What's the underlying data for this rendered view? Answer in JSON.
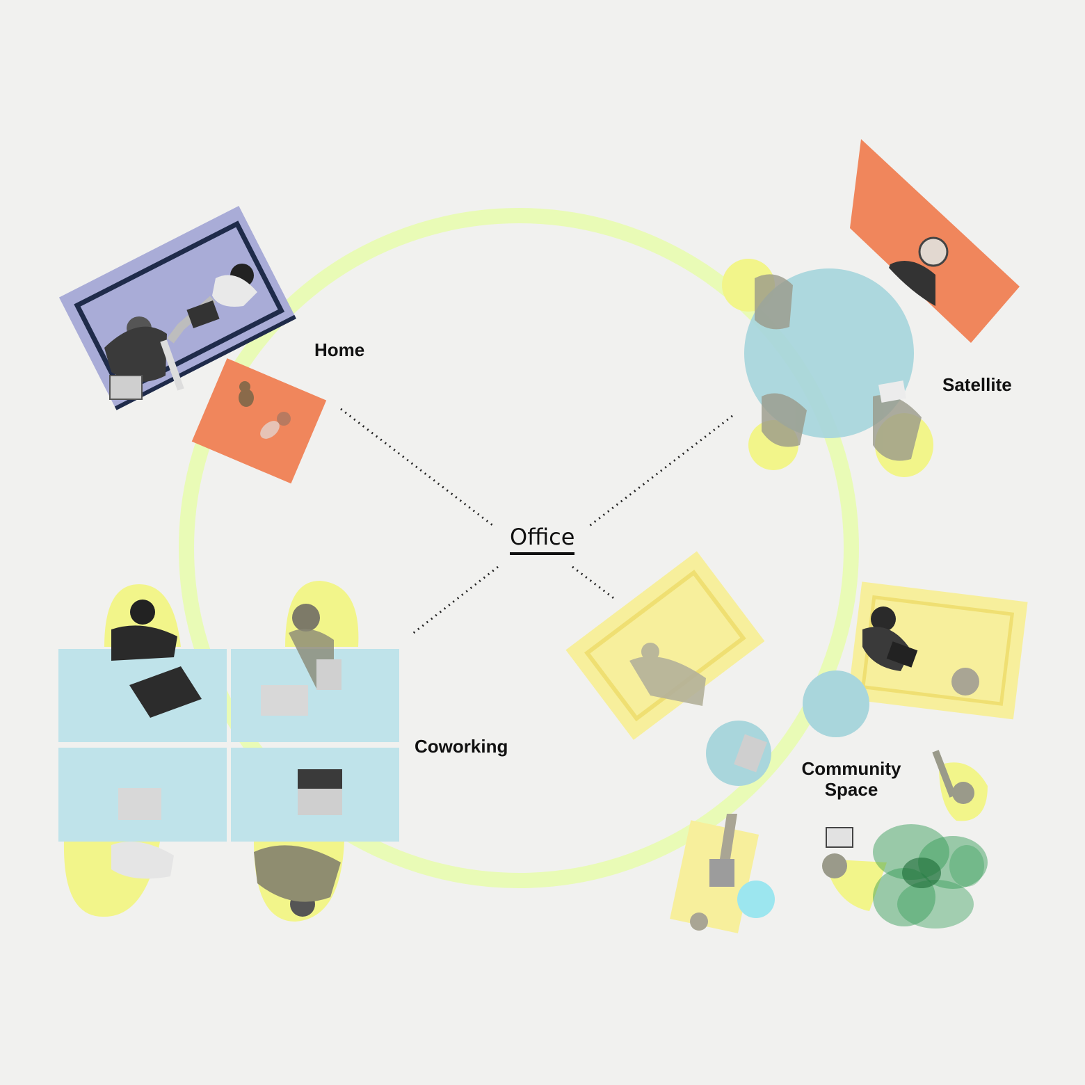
{
  "diagram": {
    "center": {
      "label": "Office"
    },
    "nodes": [
      {
        "id": "home",
        "label": "Home"
      },
      {
        "id": "satellite",
        "label": "Satellite"
      },
      {
        "id": "coworking",
        "label": "Coworking"
      },
      {
        "id": "community",
        "label_lines": [
          "Community",
          "Space"
        ]
      }
    ],
    "colors": {
      "background": "#f1f1ef",
      "ring": "#e8fbb4",
      "home_panel": "#a9acd7",
      "orange": "#f0865c",
      "light_blue": "#bfe3ea",
      "teal_circle": "#a9d6dc",
      "yellow_blob": "#f2f58a",
      "pale_yellow": "#f7ef9c",
      "green_plant": "#2e9a52",
      "cyan_dot": "#9ce6ef"
    }
  }
}
